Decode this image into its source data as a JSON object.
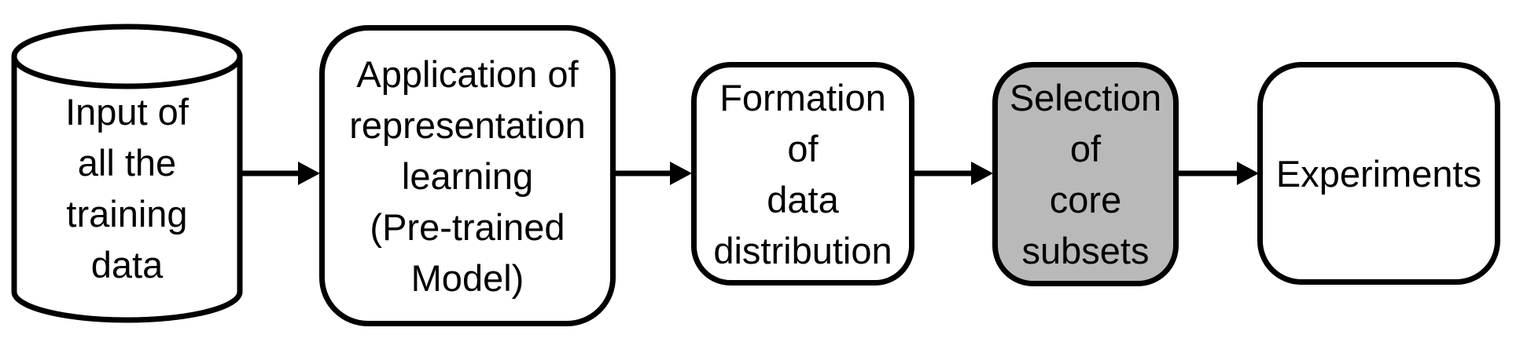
{
  "diagram": {
    "type": "flowchart",
    "direction": "left-to-right",
    "colors": {
      "stroke": "#000000",
      "fill": "#ffffff",
      "highlight": "#b9b9b9"
    },
    "nodes": {
      "input": {
        "shape": "cylinder",
        "lines": [
          "Input of",
          "all the",
          "training",
          "data"
        ],
        "full_label": "Input of all the training data"
      },
      "representation": {
        "shape": "rounded-rectangle",
        "lines": [
          "Application of",
          "representation",
          "learning",
          "(Pre-trained",
          "Model)"
        ],
        "full_label": "Application of representation learning (Pre-trained Model)"
      },
      "distribution": {
        "shape": "rounded-rectangle",
        "lines": [
          "Formation",
          "of",
          "data",
          "distribution"
        ],
        "full_label": "Formation of data distribution"
      },
      "selection": {
        "shape": "rounded-rectangle",
        "highlighted": true,
        "lines": [
          "Selection",
          "of",
          "core",
          "subsets"
        ],
        "full_label": "Selection of core subsets"
      },
      "experiments": {
        "shape": "rounded-rectangle",
        "lines": [
          "Experiments"
        ],
        "full_label": "Experiments"
      }
    },
    "edges": [
      {
        "from": "input",
        "to": "representation",
        "style": "arrow-right"
      },
      {
        "from": "representation",
        "to": "distribution",
        "style": "arrow-right"
      },
      {
        "from": "distribution",
        "to": "selection",
        "style": "arrow-right"
      },
      {
        "from": "selection",
        "to": "experiments",
        "style": "arrow-right"
      }
    ]
  }
}
